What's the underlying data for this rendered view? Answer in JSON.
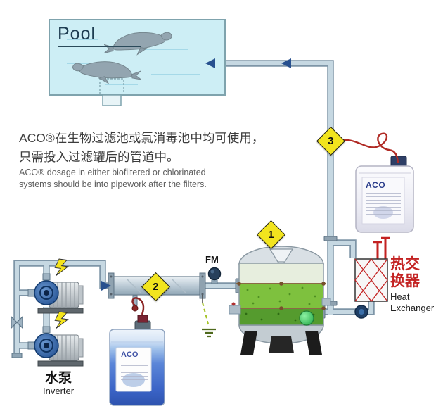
{
  "pool": {
    "label": "Pool"
  },
  "description": {
    "zh_line1": "ACO®在生物过滤池或氯消毒池中均可使用，",
    "zh_line2": "只需投入过滤罐后的管道中。",
    "en_line1": "ACO® dosage in either biofiltered or chlorinated",
    "en_line2": "systems should be into pipework after the filters."
  },
  "markers": {
    "m1": "1",
    "m2": "2",
    "m3": "3"
  },
  "flow_meter": {
    "label": "FM"
  },
  "heat_exchanger": {
    "label_zh": "热交换器",
    "label_en": "Heat Exchanger"
  },
  "pumps": {
    "label_zh": "水泵",
    "label_en": "Inverter"
  },
  "drums": {
    "white_label": "ACO",
    "blue_label": "ACO"
  },
  "colors": {
    "diamond_yellow": "#f2e41e",
    "pipe_fill": "#c6d8e2",
    "pipe_edge": "#7e95a7",
    "arrow_blue": "#27508f",
    "hot_red": "#c32222",
    "filter_green": "#7ec13e",
    "pool_water": "#cdeef5"
  }
}
